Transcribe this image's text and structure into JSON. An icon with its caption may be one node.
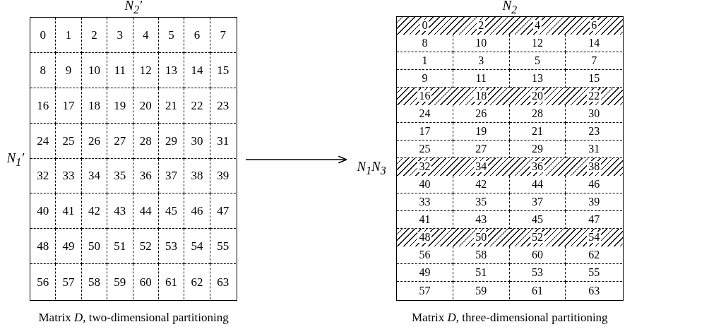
{
  "diagram": {
    "nodes": [
      {
        "text": [
          "0",
          "1",
          "2",
          "3",
          "4",
          "5",
          "6",
          "7",
          "8",
          "9",
          "10",
          "11",
          "12",
          "13",
          "14",
          "15",
          "16",
          "17",
          "18",
          "19",
          "20",
          "21",
          "22",
          "23",
          "24",
          "25",
          "26",
          "27",
          "28",
          "29",
          "30",
          "31",
          "32",
          "33",
          "34",
          "35",
          "36",
          "37",
          "38",
          "39",
          "40",
          "41",
          "42",
          "43",
          "44",
          "45",
          "46",
          "47",
          "48",
          "49",
          "50",
          "51",
          "52",
          "53",
          "54",
          "55",
          "56",
          "57",
          "58",
          "59",
          "60",
          "61",
          "62",
          "63"
        ],
        "beside": [
          "N$_{2}$′",
          "N$_{1}$′"
        ]
      },
      {
        "text": [
          "0",
          "2",
          "4",
          "6",
          "8",
          "10",
          "12",
          "14",
          "1",
          "3",
          "5",
          "7",
          "9",
          "11",
          "13",
          "15",
          "16",
          "18",
          "20",
          "22",
          "24",
          "26",
          "28",
          "30",
          "17",
          "19",
          "21",
          "23",
          "25",
          "27",
          "29",
          "31",
          "32",
          "34",
          "36",
          "38",
          "40",
          "42",
          "44",
          "46",
          "33",
          "35",
          "37",
          "39",
          "41",
          "43",
          "45",
          "47",
          "48",
          "50",
          "52",
          "54",
          "56",
          "58",
          "60",
          "62",
          "49",
          "51",
          "53",
          "55",
          "57",
          "59",
          "61",
          "63"
        ],
        "beside": [
          "N$_{2}$",
          "N$_{1}$N$_{3}$"
        ]
      }
    ],
    "labels": [
      "Matrix *D*, two-dimensional partitioning",
      "Matrix *D*, three-dimensional partitioning"
    ],
    "edges": [
      {
        "from": 0,
        "to": 1,
        "arrow": "to"
      }
    ]
  }
}
